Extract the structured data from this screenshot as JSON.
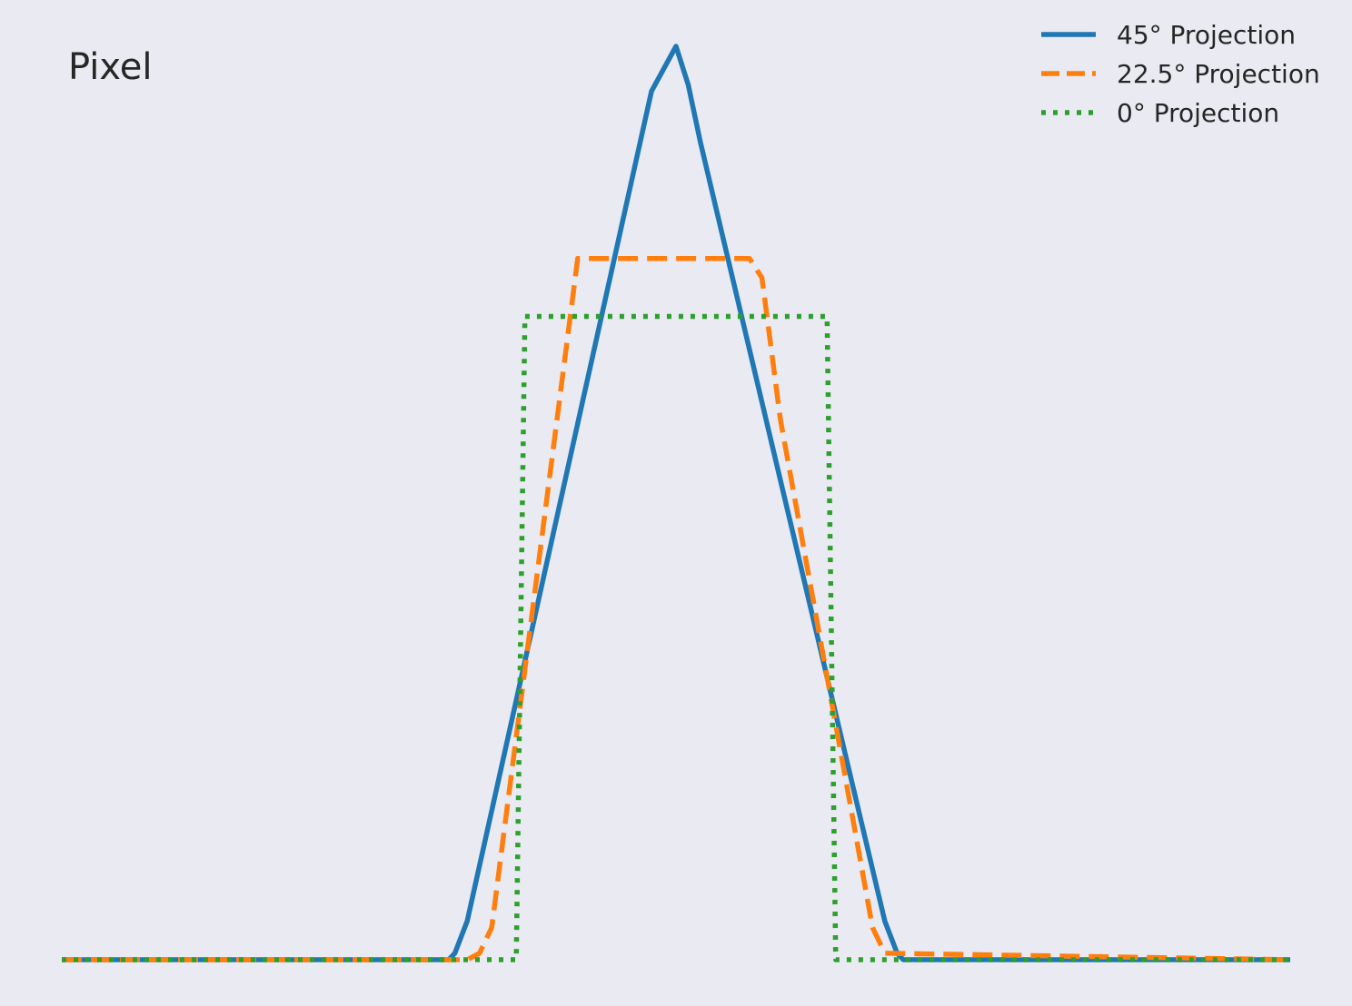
{
  "chart_data": {
    "type": "line",
    "annotation": "Pixel",
    "title": "",
    "xlabel": "",
    "ylabel": "",
    "xlim": [
      0,
      100
    ],
    "ylim": [
      0,
      1.4
    ],
    "grid": false,
    "legend": {
      "placement": "top-right"
    },
    "series": [
      {
        "name": "45° Projection",
        "color": "#1f77b4",
        "style": "solid",
        "x": [
          0,
          31.5,
          32,
          33,
          48,
          50,
          51,
          52,
          67,
          68,
          68.5,
          100
        ],
        "y": [
          0,
          0,
          0.01,
          0.06,
          1.35,
          1.42,
          1.36,
          1.27,
          0.06,
          0.01,
          0,
          0
        ]
      },
      {
        "name": "22.5° Projection",
        "color": "#ff7f0e",
        "style": "dashed",
        "x": [
          0,
          33,
          34,
          35,
          42,
          44,
          50,
          56,
          57,
          58.5,
          66,
          67,
          100
        ],
        "y": [
          0,
          0,
          0.01,
          0.05,
          1.09,
          1.09,
          1.09,
          1.09,
          1.06,
          0.84,
          0.05,
          0.01,
          0
        ]
      },
      {
        "name": "0° Projection",
        "color": "#2ca02c",
        "style": "dotted",
        "x": [
          0,
          37,
          37.7,
          62.3,
          63,
          100
        ],
        "y": [
          0,
          0,
          1.0,
          1.0,
          0,
          0
        ]
      }
    ]
  }
}
